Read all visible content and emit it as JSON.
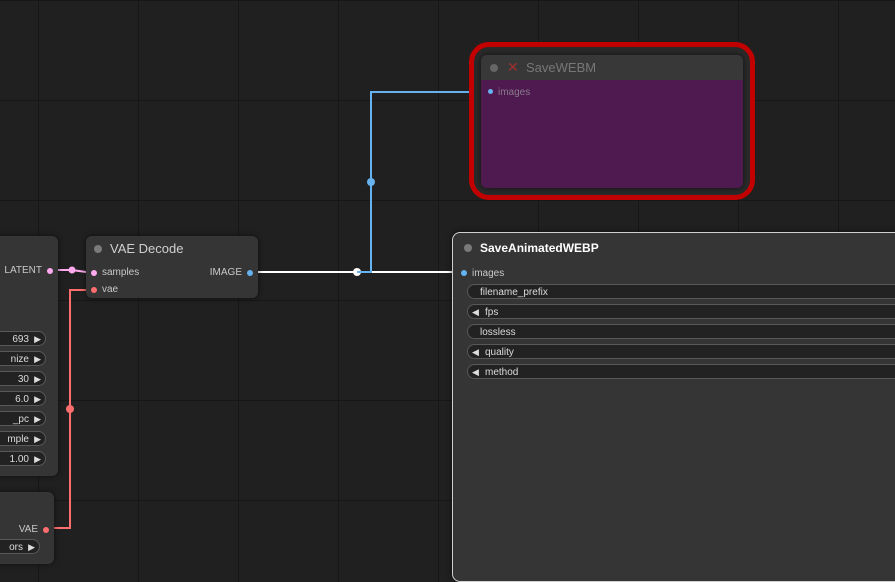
{
  "colors": {
    "image_link": "#66b2ee",
    "latent_link": "#ffaaee",
    "vae_link": "#ff6e6e",
    "white_link": "#ffffff",
    "highlight_border": "#c30000",
    "webm_body": "#4f1a50"
  },
  "left_node": {
    "output_label": "LATENT",
    "widget_values": [
      "693",
      "nize",
      "30",
      "6.0",
      "_pc",
      "mple",
      "1.00"
    ]
  },
  "vae_loader": {
    "output_label": "VAE",
    "widget_value": "ors"
  },
  "vae_decode": {
    "title": "VAE Decode",
    "inputs": [
      "samples",
      "vae"
    ],
    "output_label": "IMAGE"
  },
  "save_webm": {
    "title": "SaveWEBM",
    "input_label": "images",
    "status_icon": "missing-node-x-icon"
  },
  "save_webp": {
    "title": "SaveAnimatedWEBP",
    "input_label": "images",
    "widgets": [
      "filename_prefix",
      "fps",
      "lossless",
      "quality",
      "method"
    ]
  }
}
